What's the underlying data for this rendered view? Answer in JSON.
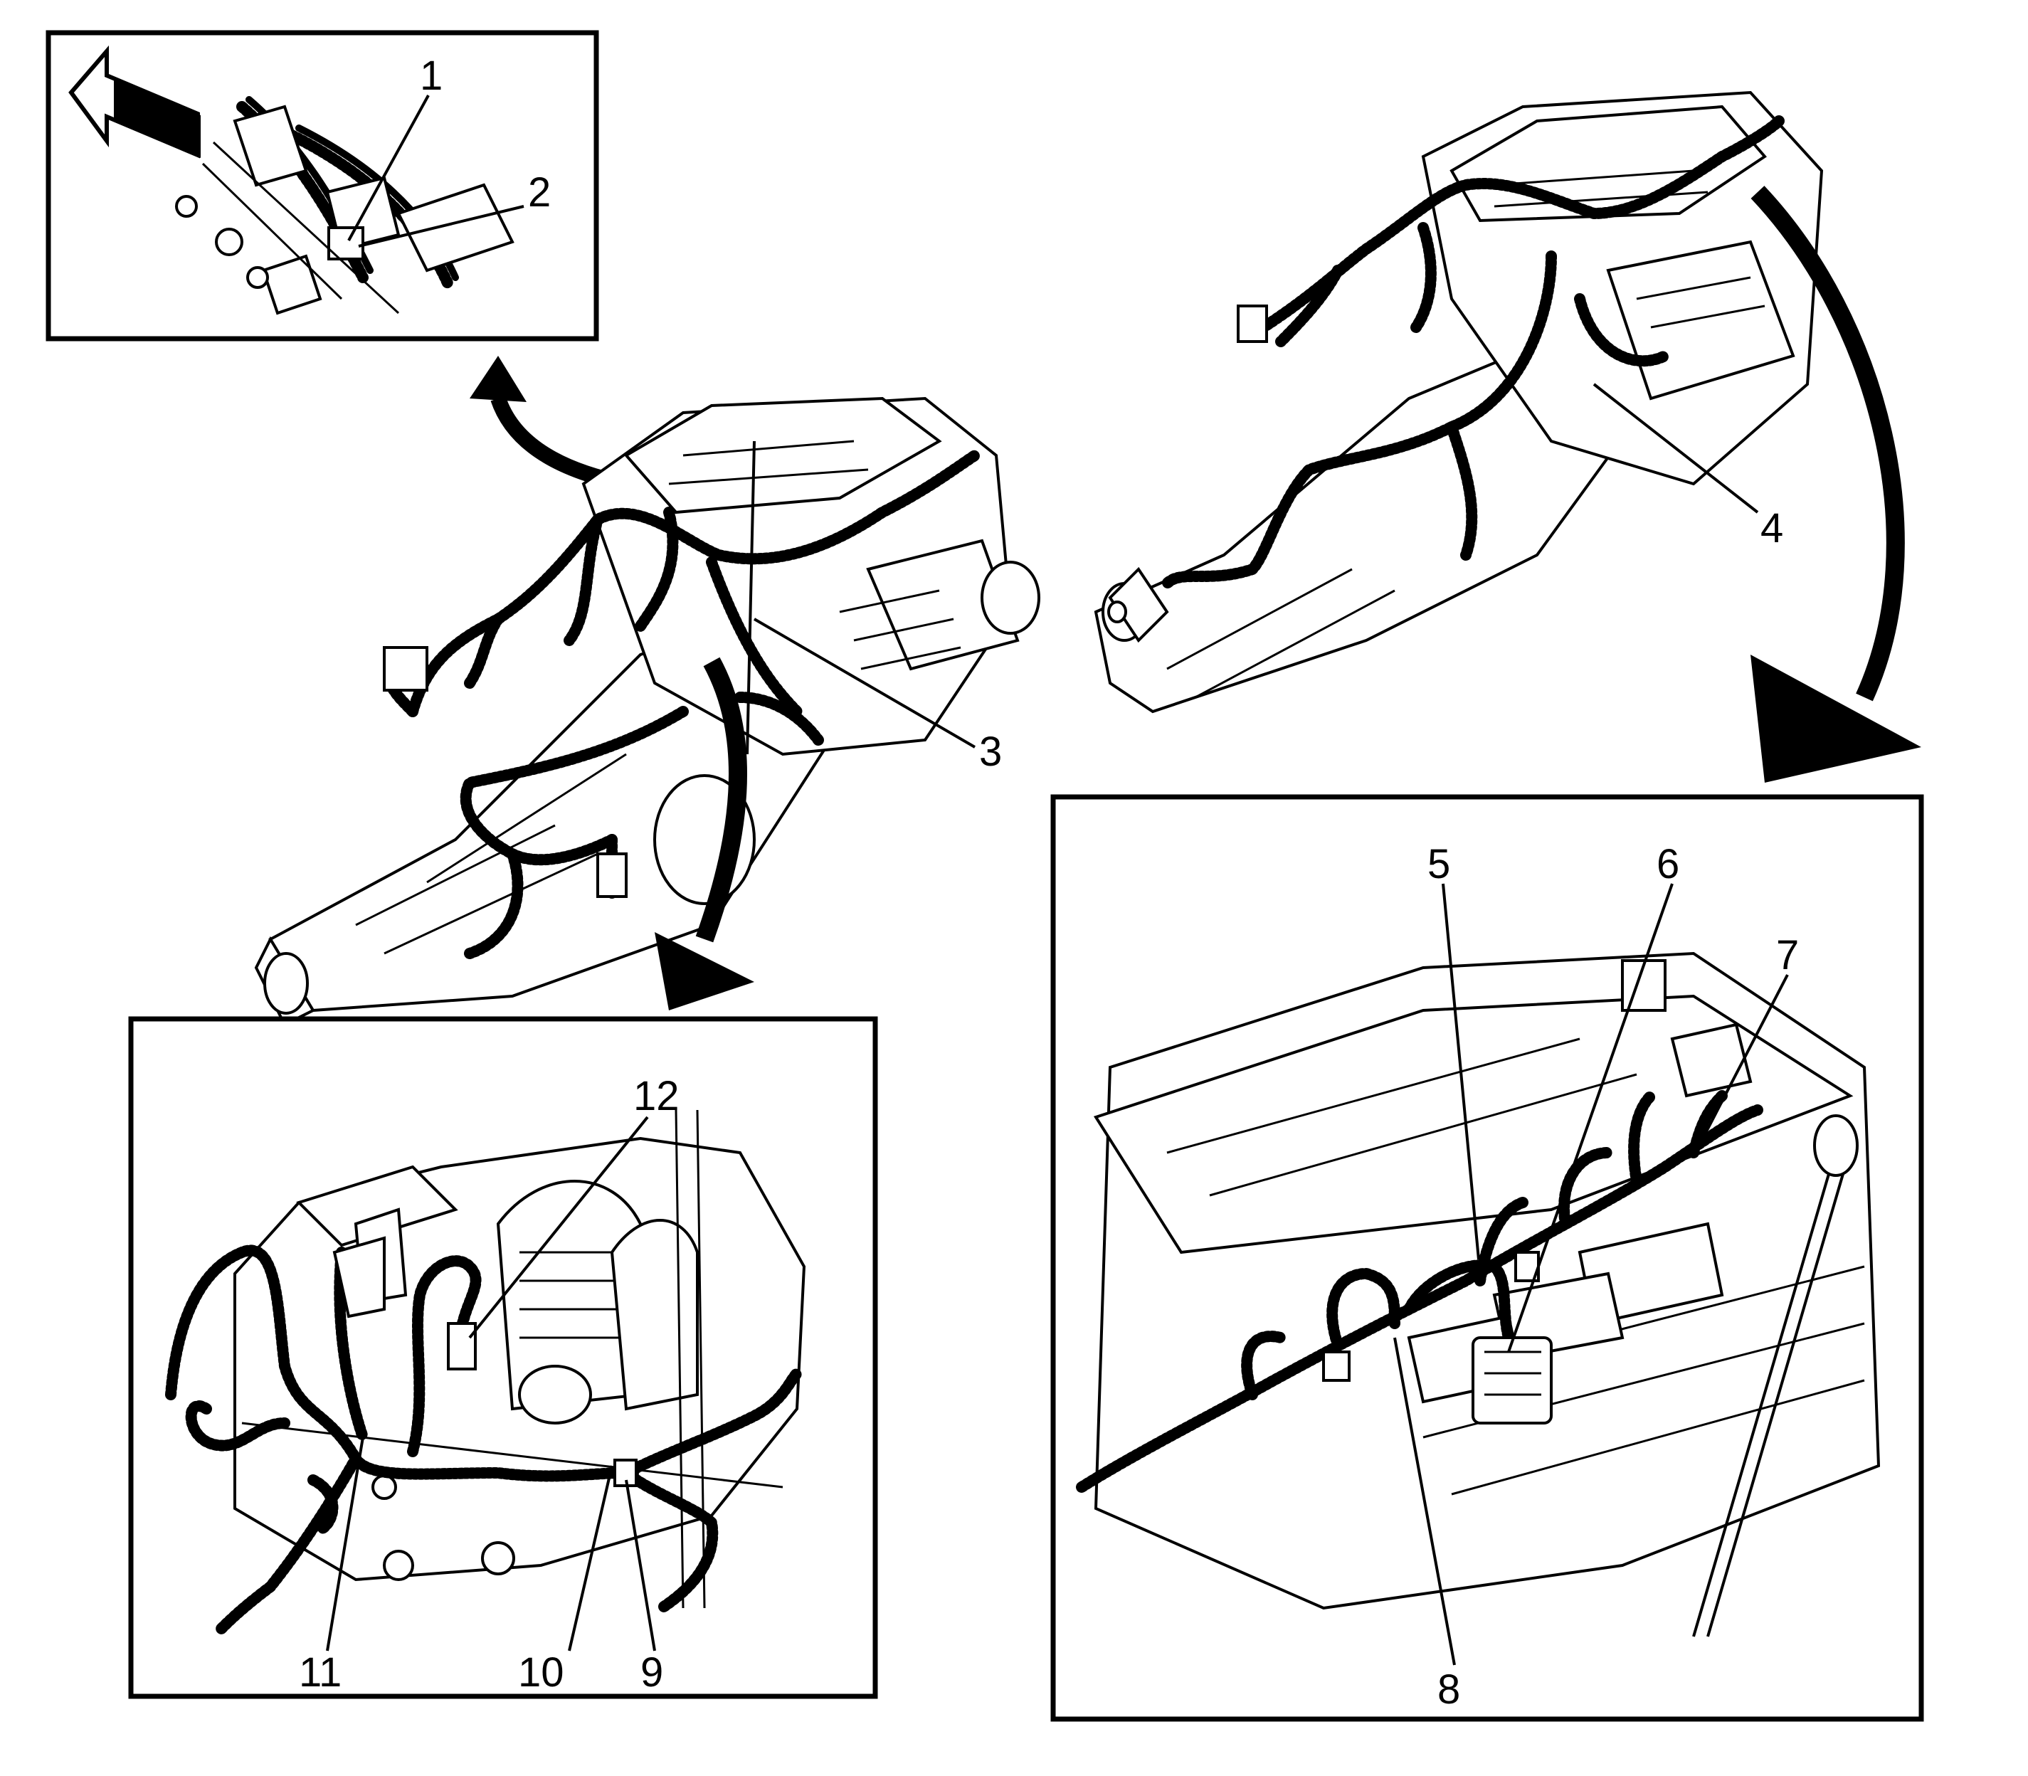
{
  "callouts": {
    "c1": "1",
    "c2": "2",
    "c3": "3",
    "c4": "4",
    "c5": "5",
    "c6": "6",
    "c7": "7",
    "c8": "8",
    "c9": "9",
    "c10": "10",
    "c11": "11",
    "c12": "12"
  },
  "colors": {
    "line": "#000000",
    "background": "#ffffff"
  },
  "icons": {
    "front_direction": "outline-arrow-icon",
    "detail_pointer": "curved-arrow-icon"
  }
}
